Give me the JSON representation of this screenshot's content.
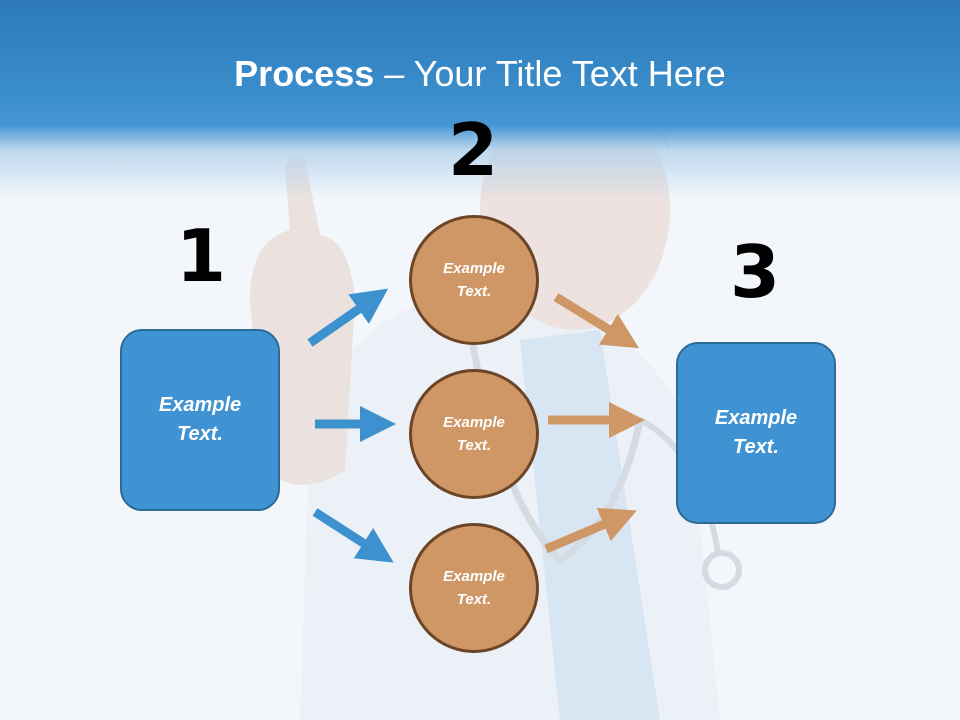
{
  "title": {
    "bold": "Process",
    "rest": " – Your Title Text Here"
  },
  "steps": {
    "one": "1",
    "two": "2",
    "three": "3"
  },
  "left_box": {
    "label": "Example\nText."
  },
  "right_box": {
    "label": "Example\nText."
  },
  "circles": [
    {
      "label": "Example\nText."
    },
    {
      "label": "Example\nText."
    },
    {
      "label": "Example\nText."
    }
  ],
  "colors": {
    "header_blue": "#2d79b8",
    "box_blue": "#3f93d3",
    "arrow_blue": "#3d91cf",
    "circle_brown": "#cf9765",
    "arrow_brown": "#cf9765"
  }
}
